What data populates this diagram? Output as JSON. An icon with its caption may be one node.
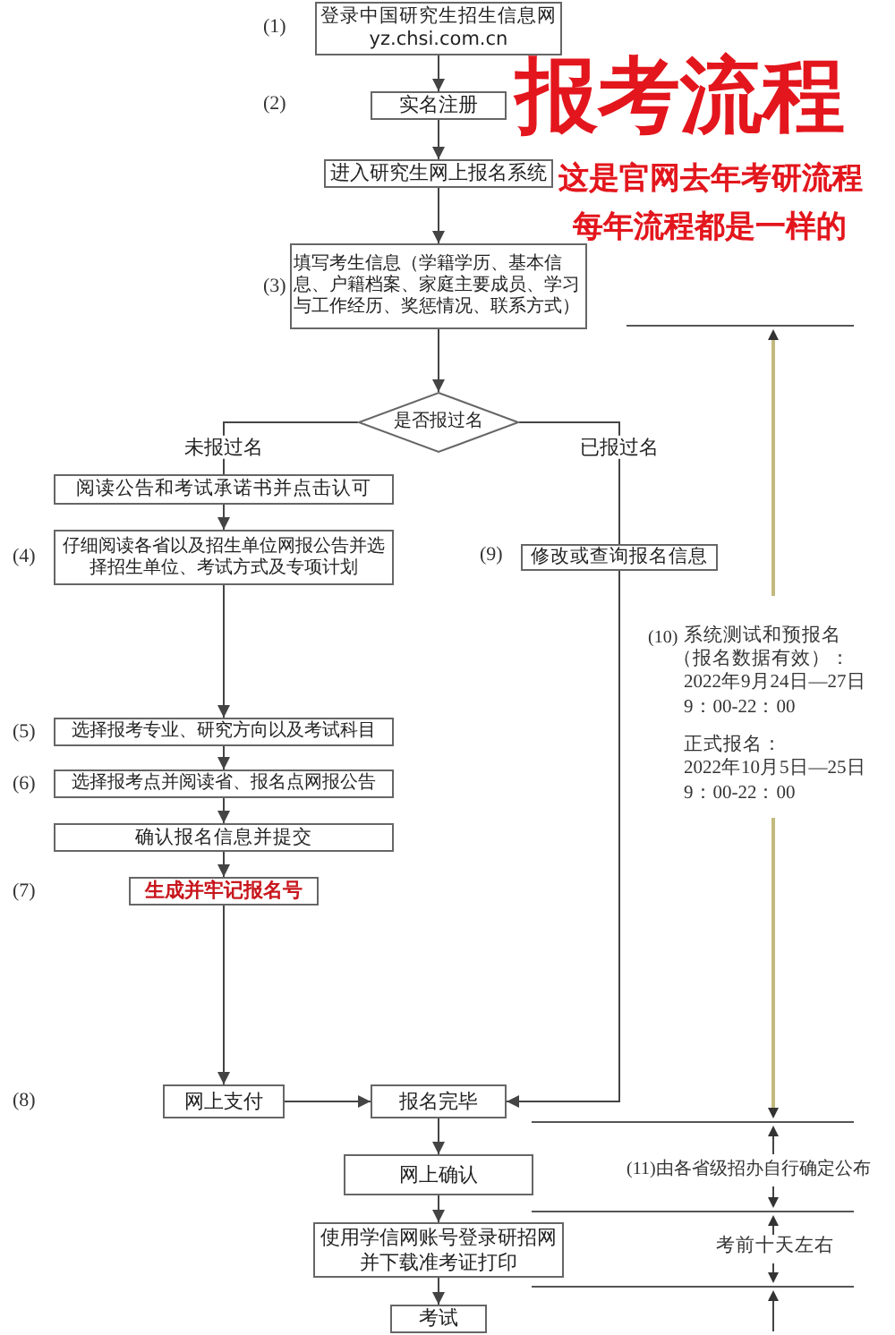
{
  "diagram": {
    "title": "报考流程",
    "nodes": [
      {
        "text": [
          "登录中国研究生招生信息网",
          "yz.chsi.com.cn"
        ],
        "beside": [
          "(1)"
        ]
      },
      {
        "text": [
          "实名注册"
        ]
      },
      {
        "text": [
          "进入研究生网上报名系统"
        ]
      },
      {
        "text": [
          "填写考生信息（学籍学历、基本信息、户籍档案、家庭主要成员、学习与工作经历、奖惩情况、联系方式）"
        ],
        "beside": [
          "(3)"
        ]
      },
      {
        "text": [
          "是否报过名"
        ]
      },
      {
        "text": [
          "阅读公告和考试承诺书并点击认可"
        ]
      },
      {
        "text": [
          "仔细阅读各省以及招生单位网报公告并选择招生单位、考试方式及专项计划"
        ],
        "beside": [
          "(4)"
        ]
      },
      {
        "text": [
          "修改或查询报名信息"
        ],
        "beside": [
          "(9)"
        ]
      },
      {
        "text": [
          "选择报考专业、研究方向以及考试科目"
        ],
        "beside": [
          "(5)"
        ]
      },
      {
        "text": [
          "选择报考点并阅读省、报名点网报公告"
        ],
        "beside": [
          "(6)"
        ]
      },
      {
        "text": [
          "确认报名信息并提交"
        ]
      },
      {
        "text": [
          "生成并牢记报名号"
        ]
      },
      {
        "text": [
          "网上支付"
        ]
      },
      {
        "text": [
          "报名完毕"
        ]
      },
      {
        "text": [
          "网上确认"
        ]
      },
      {
        "text": [
          "使用学信网账号登录研招网并下载准考证打印"
        ]
      },
      {
        "text": [
          "考试"
        ]
      }
    ],
    "edges": [
      {
        "from": 0,
        "to": 1,
        "arrow": "to"
      },
      {
        "from": 1,
        "to": 2,
        "arrow": "to"
      },
      {
        "from": 2,
        "to": 3,
        "arrow": "to"
      },
      {
        "from": 3,
        "to": 4,
        "arrow": "to"
      },
      {
        "from": 4,
        "to": 5,
        "arrow": "none",
        "label": "未报过名"
      },
      {
        "from": 4,
        "to": 7,
        "arrow": "none",
        "label": "已报过名"
      },
      {
        "from": 5,
        "to": 6,
        "arrow": "to"
      },
      {
        "from": 6,
        "to": 8,
        "arrow": "to"
      },
      {
        "from": 8,
        "to": 9,
        "arrow": "to"
      },
      {
        "from": 9,
        "to": 10,
        "arrow": "to"
      },
      {
        "from": 10,
        "to": 11,
        "arrow": "to"
      },
      {
        "from": 11,
        "to": 12,
        "arrow": "to"
      },
      {
        "from": 12,
        "to": 13,
        "arrow": "to"
      },
      {
        "from": 7,
        "to": 13,
        "arrow": "to"
      },
      {
        "from": 13,
        "to": 14,
        "arrow": "to"
      },
      {
        "from": 14,
        "to": 15,
        "arrow": "to"
      },
      {
        "from": 15,
        "to": 16,
        "arrow": "to"
      }
    ],
    "labels": [
      "(2)",
      "这是官网去年考研流程",
      "每年流程都是一样的",
      "(10)",
      "系统测试和预报名",
      "（报名数据有效）：",
      "2022年9月24日—27日",
      "9：00-22：00",
      "正式报名：",
      "2022年10月5日—25日",
      "9：00-22：00",
      "(7)",
      "(8)",
      "(11)由各省级招办自行确定公布",
      "考前十天左右"
    ]
  }
}
